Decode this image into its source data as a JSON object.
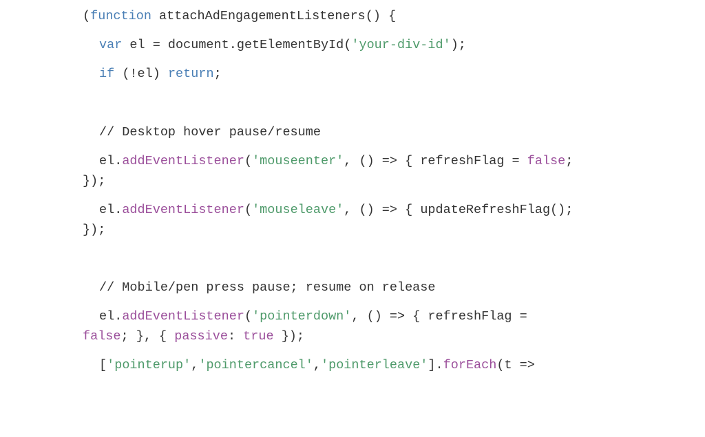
{
  "code": {
    "lines": [
      [
        {
          "t": "(",
          "c": "pl"
        },
        {
          "t": "function",
          "c": "kw"
        },
        {
          "t": " attachAdEngagementListeners() {",
          "c": "pl"
        }
      ],
      [
        {
          "t": "var",
          "c": "kw"
        },
        {
          "t": " el = document.getElementById(",
          "c": "pl"
        },
        {
          "t": "'your-div-id'",
          "c": "str"
        },
        {
          "t": ");",
          "c": "pl"
        }
      ],
      [
        {
          "t": "if",
          "c": "kw"
        },
        {
          "t": " (!el) ",
          "c": "pl"
        },
        {
          "t": "return",
          "c": "kw"
        },
        {
          "t": ";",
          "c": "pl"
        }
      ],
      [
        {
          "t": "// Desktop hover pause/resume",
          "c": "pl"
        }
      ],
      [
        {
          "t": "el.",
          "c": "pl"
        },
        {
          "t": "addEventListener",
          "c": "fn"
        },
        {
          "t": "(",
          "c": "pl"
        },
        {
          "t": "'mouseenter'",
          "c": "str"
        },
        {
          "t": ", () => { refreshFlag = ",
          "c": "pl"
        },
        {
          "t": "false",
          "c": "fn"
        },
        {
          "t": ";",
          "c": "pl"
        }
      ],
      [
        {
          "t": "});",
          "c": "pl"
        }
      ],
      [
        {
          "t": "el.",
          "c": "pl"
        },
        {
          "t": "addEventListener",
          "c": "fn"
        },
        {
          "t": "(",
          "c": "pl"
        },
        {
          "t": "'mouseleave'",
          "c": "str"
        },
        {
          "t": ", () => { updateRefreshFlag();",
          "c": "pl"
        }
      ],
      [
        {
          "t": "});",
          "c": "pl"
        }
      ],
      [
        {
          "t": "// Mobile/pen press pause; resume on release",
          "c": "pl"
        }
      ],
      [
        {
          "t": "el.",
          "c": "pl"
        },
        {
          "t": "addEventListener",
          "c": "fn"
        },
        {
          "t": "(",
          "c": "pl"
        },
        {
          "t": "'pointerdown'",
          "c": "str"
        },
        {
          "t": ", () => { refreshFlag =",
          "c": "pl"
        }
      ],
      [
        {
          "t": "false",
          "c": "fn"
        },
        {
          "t": "; }, { ",
          "c": "pl"
        },
        {
          "t": "passive",
          "c": "fn"
        },
        {
          "t": ": ",
          "c": "pl"
        },
        {
          "t": "true",
          "c": "fn"
        },
        {
          "t": " });",
          "c": "pl"
        }
      ],
      [
        {
          "t": "[",
          "c": "pl"
        },
        {
          "t": "'pointerup'",
          "c": "str"
        },
        {
          "t": ",",
          "c": "pl"
        },
        {
          "t": "'pointercancel'",
          "c": "str"
        },
        {
          "t": ",",
          "c": "pl"
        },
        {
          "t": "'pointerleave'",
          "c": "str"
        },
        {
          "t": "].",
          "c": "pl"
        },
        {
          "t": "forEach",
          "c": "fn"
        },
        {
          "t": "(t =>",
          "c": "pl"
        }
      ]
    ]
  }
}
